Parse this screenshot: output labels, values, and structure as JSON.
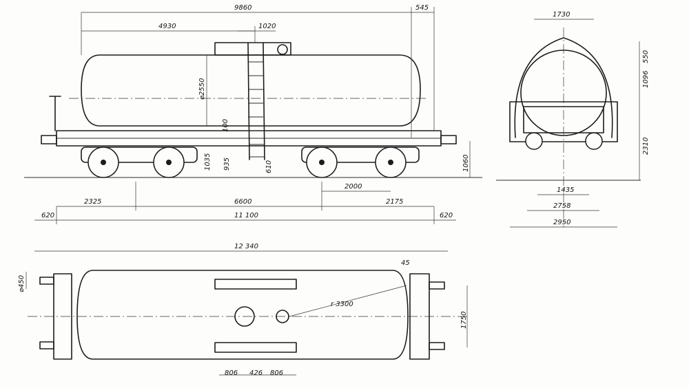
{
  "side_view": {
    "dims": {
      "overall_top": "9860",
      "overhang": "545",
      "left_part": "4930",
      "platform": "1020",
      "tank_dia": "⌀2550",
      "h100": "100",
      "h1035": "1035",
      "h935": "935",
      "h610": "610",
      "h1060": "1060",
      "bogie_base": "2000",
      "left_end": "2325",
      "center": "6600",
      "right_end": "2175",
      "buffer_left": "620",
      "length": "11 100",
      "buffer_right": "620"
    }
  },
  "end_view": {
    "dims": {
      "top_width": "1730",
      "h550": "550",
      "h1096": "1096",
      "h2310": "2310",
      "gauge": "1435",
      "width2758": "2758",
      "width2950": "2950"
    }
  },
  "plan_view": {
    "dims": {
      "overall": "12 340",
      "buffer_dia": "⌀450",
      "radius": "r 3300",
      "angle": "45",
      "h1750": "1750",
      "w806a": "806",
      "w426": "426",
      "w806b": "806"
    }
  }
}
